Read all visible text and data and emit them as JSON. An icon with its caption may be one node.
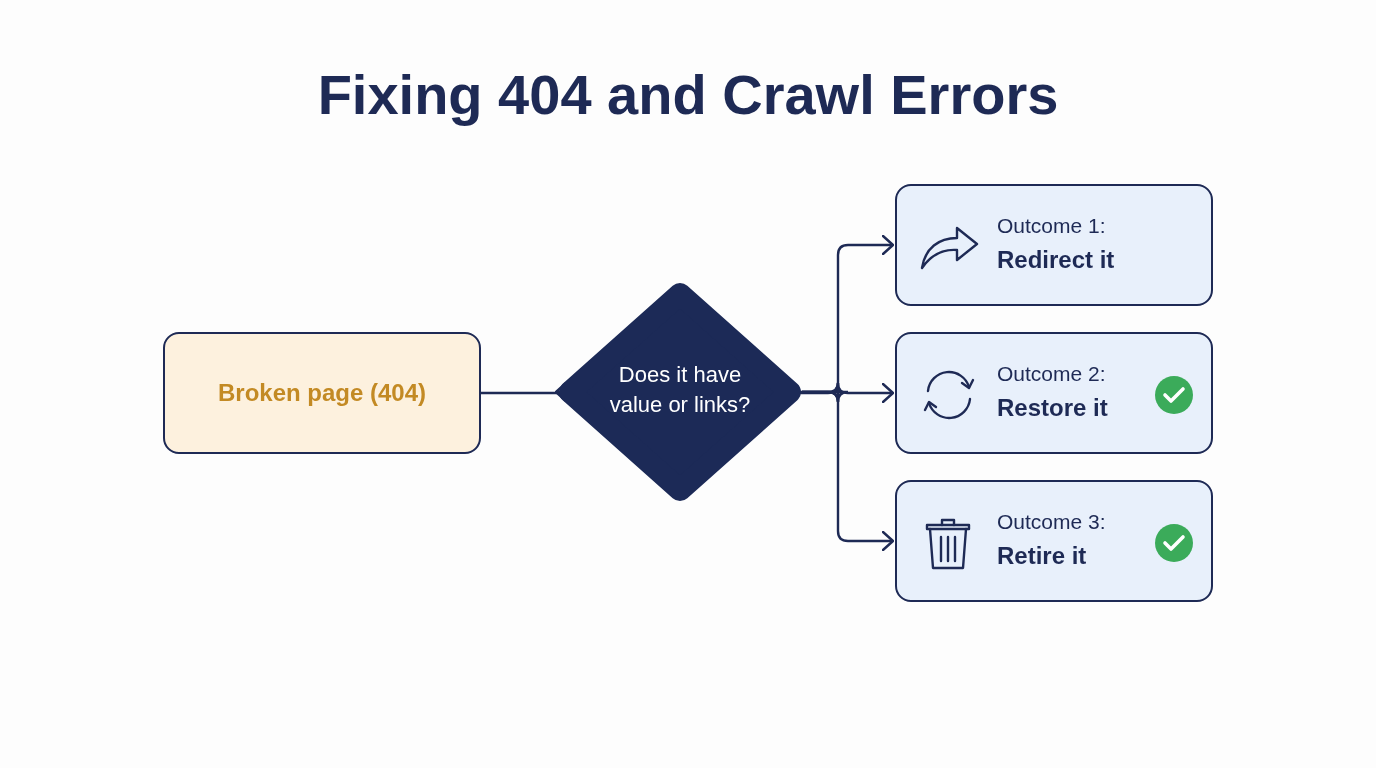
{
  "diagram": {
    "title": "Fixing 404 and Crawl Errors",
    "nodes": [
      {
        "text": [
          "Broken page (404)"
        ]
      },
      {
        "text": [
          "Does it have value or links?"
        ]
      },
      {
        "text": [
          "Outcome 1:",
          "Redirect it"
        ]
      },
      {
        "text": [
          "Outcome 2:",
          "Restore it"
        ]
      },
      {
        "text": [
          "Outcome 3:",
          "Retire it"
        ]
      }
    ],
    "edges": [
      {
        "from": 0,
        "to": 1,
        "arrow": "to"
      },
      {
        "from": 1,
        "to": 2,
        "arrow": "to"
      },
      {
        "from": 1,
        "to": 3,
        "arrow": "to"
      },
      {
        "from": 1,
        "to": 4,
        "arrow": "to"
      }
    ]
  }
}
